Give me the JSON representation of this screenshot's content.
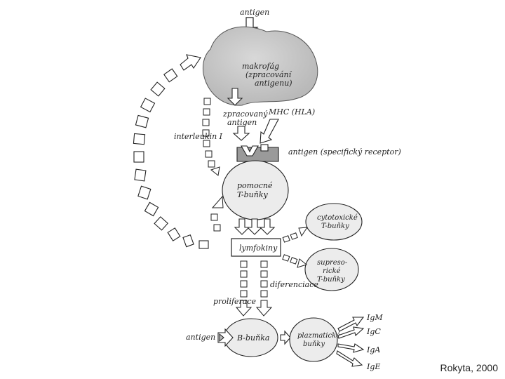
{
  "labels": {
    "antigen_top": "antigen",
    "makrofag_1": "makrofág",
    "makrofag_2": "(zpracování",
    "makrofag_3": "antigenu)",
    "zpracovany_1": "zpracovaný",
    "zpracovany_2": "antigen",
    "mhc": "MHC (HLA)",
    "interleukin": "interleukin I",
    "receptor": "antigen (specifický receptor)",
    "pomocne_1": "pomocné",
    "pomocne_2": "T-buňky",
    "lymfokiny": "lymfokiny",
    "cytotox_1": "cytotoxické",
    "cytotox_2": "T-buňky",
    "supres_1": "supreso-",
    "supres_2": "rické",
    "supres_3": "T-buňky",
    "diferenciace": "diferenciace",
    "proliferace": "proliferace",
    "antigen_bottom": "antigen",
    "b_bunka": "B-buňka",
    "plazm_1": "plazmatické",
    "plazm_2": "buňky",
    "igm": "IgM",
    "igc": "IgC",
    "iga": "IgA",
    "ige": "IgE"
  },
  "credit": "Rokyta, 2000"
}
